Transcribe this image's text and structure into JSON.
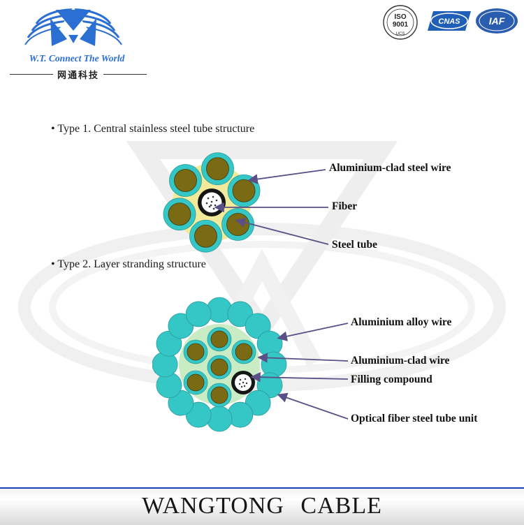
{
  "brand": {
    "logo_text": "W.T. Connect The World",
    "logo_cn": "网通科技",
    "cert_iso_top": "ISO",
    "cert_iso_mid": "9001",
    "cert_iso_bottom": "UCS",
    "cert_cnas": "CNAS",
    "cert_iaf": "IAF"
  },
  "colors": {
    "wire_outer": "#35c6c6",
    "wire_core": "#7a6a14",
    "filling": "#c9ecc4",
    "yellow_fill": "#f2ea9a",
    "logo_blue": "#2a6fd1",
    "arrow": "#5a4f86"
  },
  "type1": {
    "heading": "• Type 1. Central stainless steel tube structure",
    "labels": {
      "aluminium_clad_steel_wire": "Aluminium-clad steel wire",
      "fiber": "Fiber",
      "steel_tube": "Steel tube"
    }
  },
  "type2": {
    "heading": "• Type 2. Layer stranding structure",
    "labels": {
      "aluminium_alloy_wire": "Aluminium alloy wire",
      "aluminium_clad_wire": "Aluminium-clad wire",
      "filling_compound": "Filling compound",
      "optical_fiber_steel_tube_unit": "Optical fiber steel tube unit"
    }
  },
  "footer": {
    "title": "WANGTONG   CABLE"
  }
}
